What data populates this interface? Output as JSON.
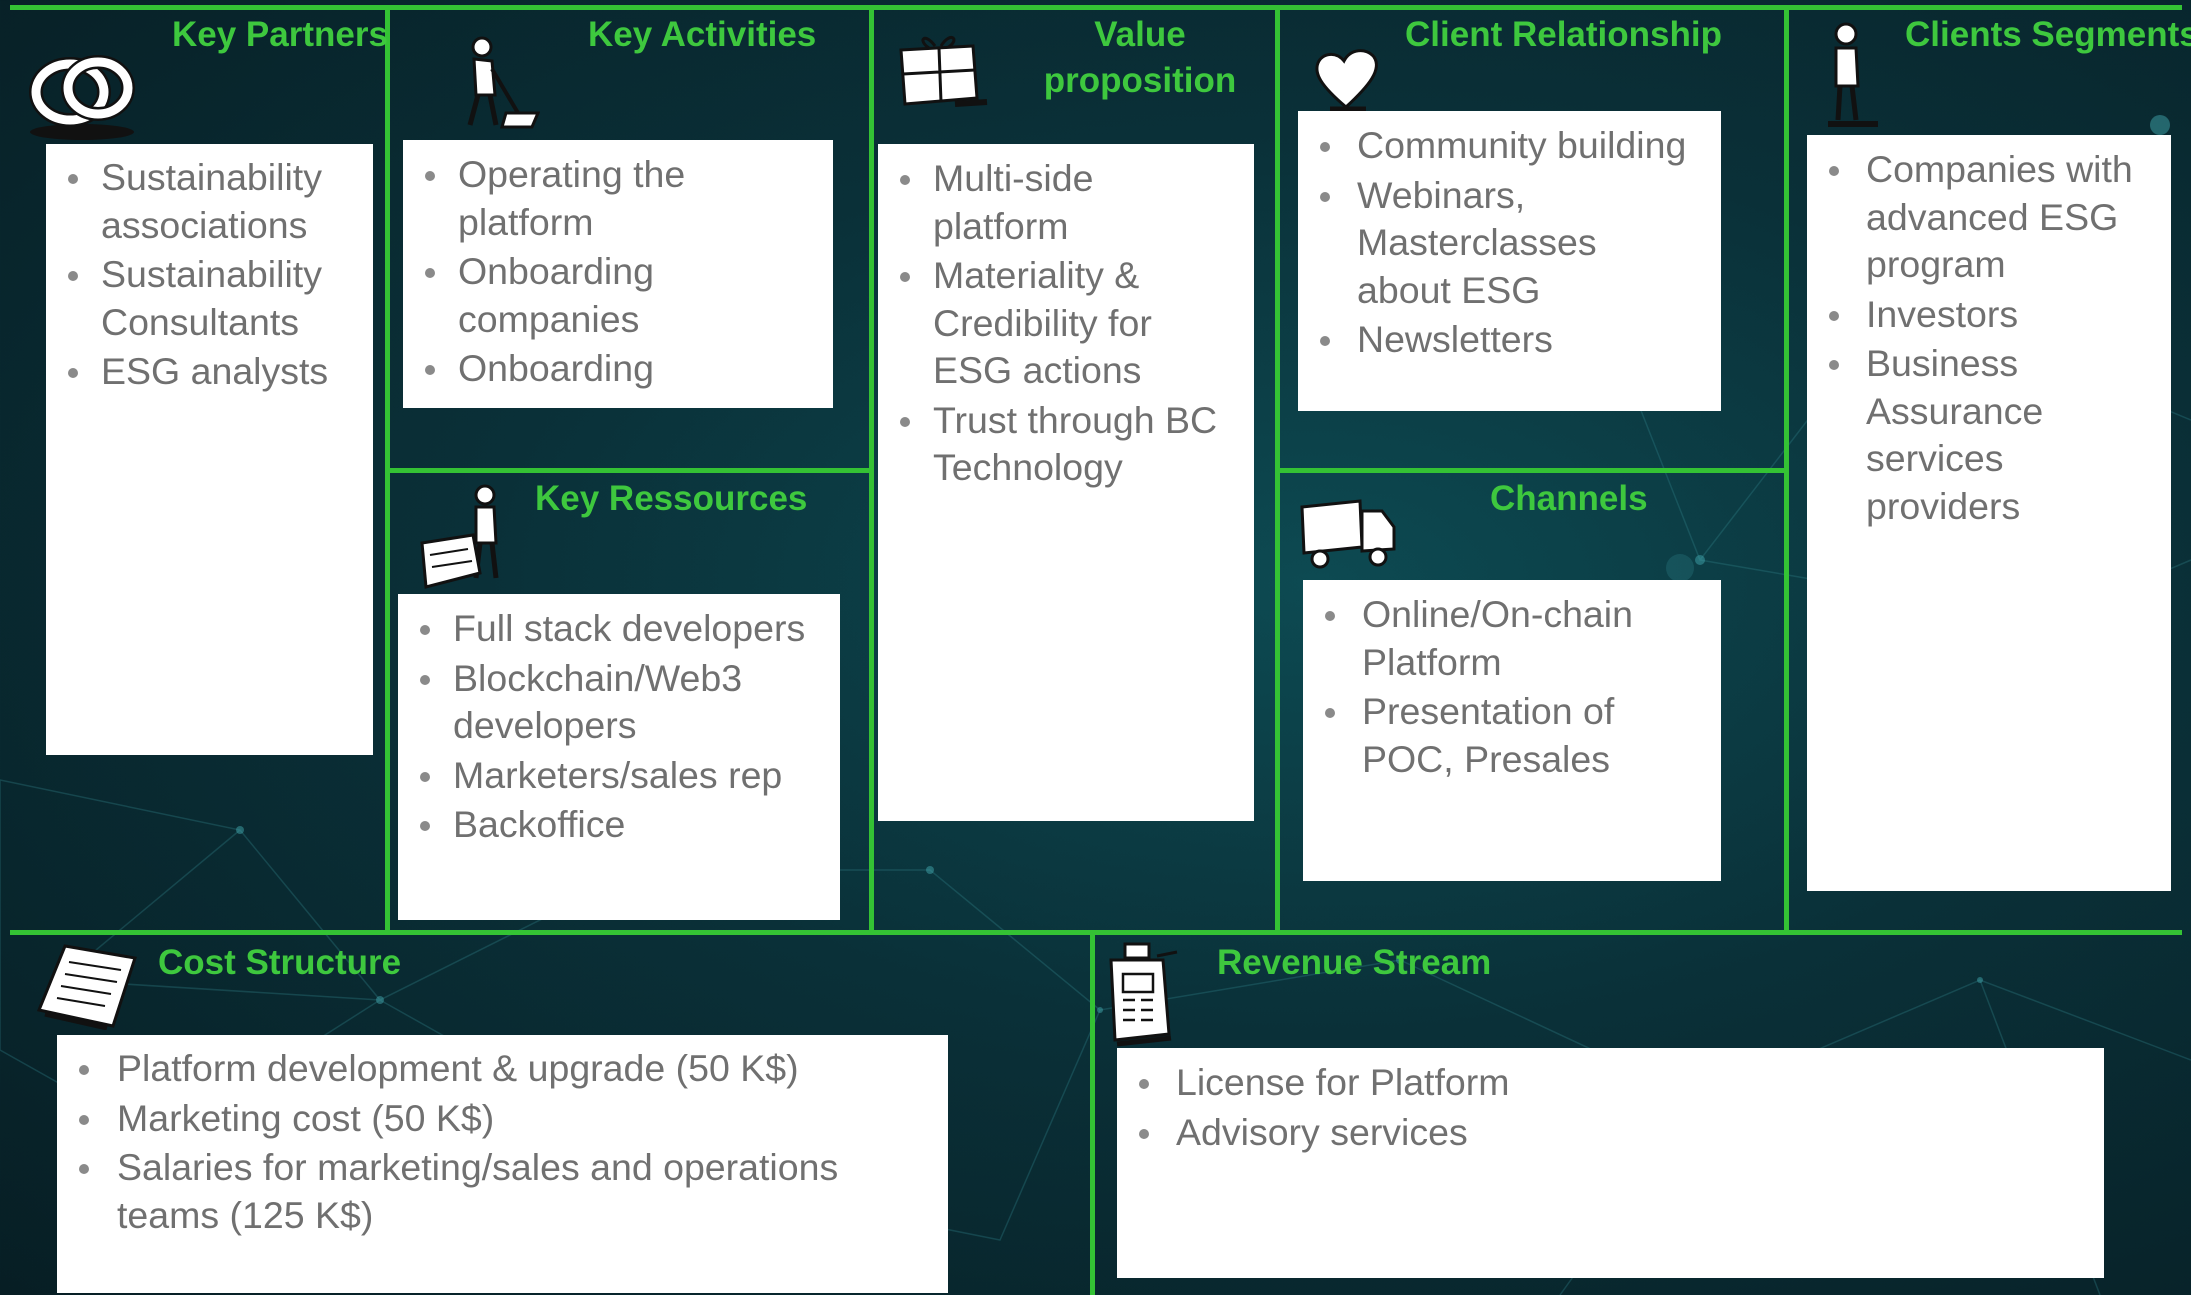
{
  "colors": {
    "accent": "#3ec83e",
    "background": "#0a3038",
    "box": "#ffffff",
    "text": "#707070"
  },
  "canvas": {
    "key_partners": {
      "title": "Key Partners",
      "icon": "rings-icon",
      "items": [
        "Sustainability associations",
        "Sustainability Consultants",
        "ESG analysts"
      ]
    },
    "key_activities": {
      "title": "Key Activities",
      "icon": "worker-shovel-icon",
      "items": [
        "Operating the platform",
        "Onboarding companies",
        "Onboarding"
      ]
    },
    "key_resources": {
      "title": "Key Ressources",
      "icon": "worker-cart-icon",
      "items": [
        "Full stack developers",
        "Blockchain/Web3 developers",
        "Marketers/sales rep",
        "Backoffice"
      ]
    },
    "value_proposition": {
      "title": "Value proposition",
      "icon": "gift-icon",
      "items": [
        "Multi-side platform",
        "Materiality & Credibility for ESG actions",
        "Trust through BC Technology"
      ]
    },
    "client_relationship": {
      "title": "Client Relationship",
      "icon": "heart-icon",
      "items": [
        "Community building",
        "Webinars, Masterclasses about ESG",
        "Newsletters"
      ]
    },
    "channels": {
      "title": "Channels",
      "icon": "truck-icon",
      "items": [
        "Online/On-chain Platform",
        "Presentation of POC, Presales"
      ]
    },
    "client_segments": {
      "title": "Clients Segments",
      "icon": "person-icon",
      "items": [
        "Companies with advanced ESG program",
        "Investors",
        "Business Assurance services providers"
      ]
    },
    "cost_structure": {
      "title": "Cost Structure",
      "icon": "document-icon",
      "items": [
        "Platform development & upgrade (50 K$)",
        "Marketing cost (50 K$)",
        "Salaries for marketing/sales and operations teams (125 K$)"
      ]
    },
    "revenue_stream": {
      "title": "Revenue Stream",
      "icon": "cash-register-icon",
      "items": [
        "License for Platform",
        "Advisory services"
      ]
    }
  }
}
